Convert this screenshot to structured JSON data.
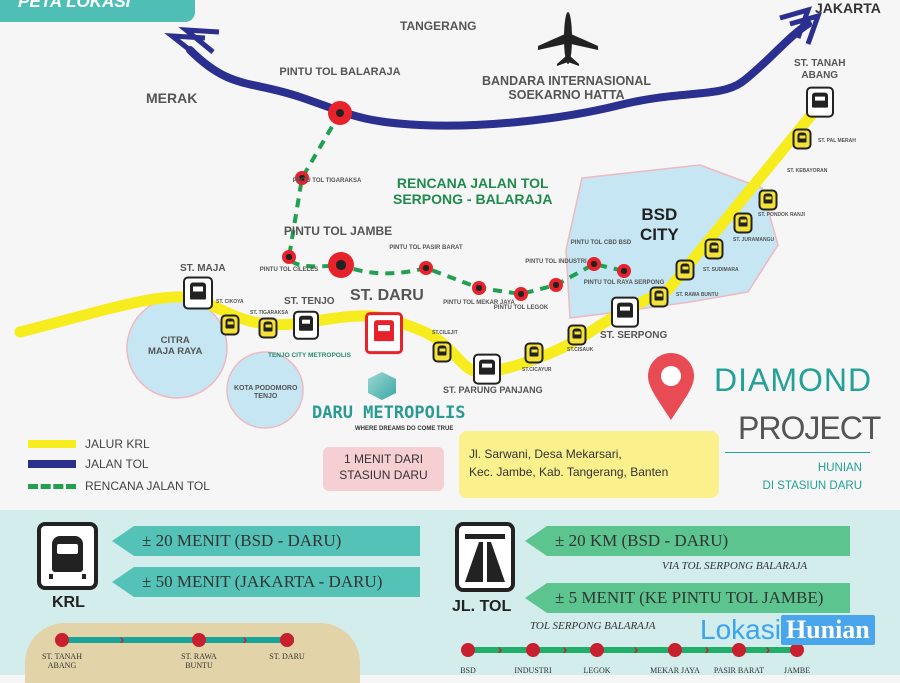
{
  "header": {
    "badge": "PETA LOKASI"
  },
  "places": {
    "tangerang": "TANGERANG",
    "merak": "MERAK",
    "jakarta": "JAKARTA",
    "airport": "BANDARA INTERNASIONAL\nSOEKARNO HATTA",
    "bsd": "BSD\nCITY",
    "citra": "CITRA\nMAJA RAYA",
    "podomoro": "KOTA PODOMORO\nTENJO",
    "plan_title": "RENCANA JALAN TOL\nSERPONG - BALARAJA",
    "tenjo_city": "TENJO CITY METROPOLIS",
    "daru_metro": "DARU METROPOLIS",
    "daru_tagline": "WHERE DREAMS DO COME TRUE"
  },
  "major_stations": [
    "ST. MAJA",
    "ST. TENJO",
    "ST. DARU",
    "ST. PARUNG PANJANG",
    "ST. SERPONG",
    "ST. TANAH\nABANG"
  ],
  "minor_stations": [
    "ST. CIKOYA",
    "ST. TIGARAKSA",
    "ST.CILEJIT",
    "ST.CICAYUR",
    "ST.CISAUK",
    "ST. RAWA BUNTU",
    "ST. SUDIMARA",
    "ST. JURAMANGU",
    "ST. PONDOK RANJI",
    "ST. KEBAYORAN",
    "ST. PAL MERAH"
  ],
  "toll_gates": [
    "PINTU TOL\nBALARAJA",
    "PINTU TOL\nTIGARAKSA",
    "PINTU TOL\nCILELES",
    "PINTU\nTOL JAMBE",
    "PINTU TOL\nPASIR BARAT",
    "PINTU TOL\nMEKAR JAYA",
    "PINTU TOL\nLEGOK",
    "PINTU TOL\nINDUSTRI",
    "PINTU TOL\nCBD BSD",
    "PINTU TOL\nRAYA SERPONG"
  ],
  "legend": [
    "JALUR KRL",
    "JALAN TOL",
    "RENCANA JALAN TOL"
  ],
  "legend_colors": [
    "#f7ec1e",
    "#2b2f8f",
    "#20a050"
  ],
  "callout": "1 MENIT DARI\nSTASIUN DARU",
  "address": "Jl. Sarwani, Desa Mekarsari,\nKec. Jambe, Kab. Tangerang, Banten",
  "project": {
    "title1": "DIAMOND",
    "title2": "PROJECT",
    "sub": "HUNIAN\nDI STASIUN DARU"
  },
  "krl": {
    "label": "KRL",
    "times": [
      "± 20 MENIT (BSD - DARU)",
      "± 50 MENIT (JAKARTA - DARU)"
    ],
    "route": [
      "ST. TANAH\nABANG",
      "ST. RAWA\nBUNTU",
      "ST. DARU"
    ]
  },
  "tol": {
    "label": "JL. TOL",
    "times": [
      "± 20 KM (BSD - DARU)",
      "± 5 MENIT (KE PINTU TOL JAMBE)"
    ],
    "via": "VIA TOL SERPONG BALARAJA",
    "via2": "TOL SERPONG BALARAJA",
    "route": [
      "BSD",
      "INDUSTRI",
      "LEGOK",
      "MEKAR JAYA",
      "PASIR BARAT",
      "JAMBE"
    ]
  },
  "watermark": {
    "a": "Lokasi",
    "b": "Hunian"
  }
}
